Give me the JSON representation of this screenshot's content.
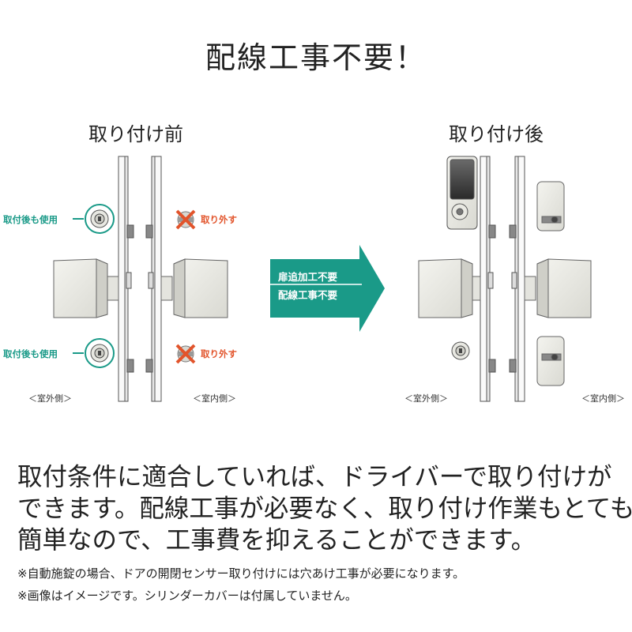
{
  "title": "配線工事不要！",
  "before": {
    "heading": "取り付け前",
    "callout_keep_top": "取付後も使用",
    "callout_keep_bottom": "取付後も使用",
    "callout_remove_top": "取り外す",
    "callout_remove_bottom": "取り外す",
    "outside_label": "＜室外側＞",
    "inside_label": "＜室内側＞"
  },
  "arrow": {
    "label_1": "扉追加工不要",
    "label_2": "配線工事不要",
    "color": "#1a9a88"
  },
  "after": {
    "heading": "取り付け後",
    "outside_label": "＜室外側＞",
    "inside_label": "＜室内側＞"
  },
  "body": {
    "lines": [
      "取付条件に適合していれば、ドライバーで取り付けが",
      "できます。配線工事が必要なく、取り付け作業もとても",
      "簡単なので、工事費を抑えることができます。"
    ]
  },
  "notes": [
    "※自動施錠の場合、ドアの開閉センサー取り付けには穴あけ工事が必要になります。",
    "※画像はイメージです。シリンダーカバーは付属していません。"
  ],
  "colors": {
    "accent": "#1a9a88",
    "remove": "#e2542b"
  }
}
